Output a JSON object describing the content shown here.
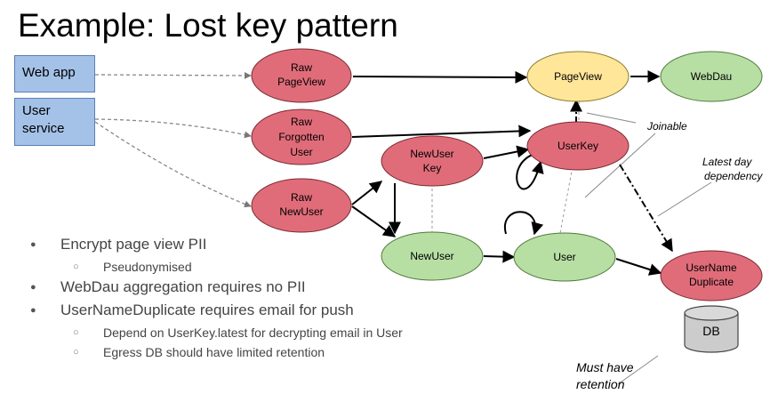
{
  "title": "Example: Lost key pattern",
  "sources": {
    "web_app": "Web app",
    "user_service_1": "User",
    "user_service_2": "service"
  },
  "nodes": {
    "raw_pageview": [
      "Raw",
      "PageView"
    ],
    "raw_forgotten_user": [
      "Raw",
      "Forgotten",
      "User"
    ],
    "raw_newuser": [
      "Raw",
      "NewUser"
    ],
    "newuser_key": [
      "NewUser",
      "Key"
    ],
    "newuser": [
      "NewUser"
    ],
    "pageview": [
      "PageView"
    ],
    "userkey": [
      "UserKey"
    ],
    "user": [
      "User"
    ],
    "webdau": [
      "WebDau"
    ],
    "username_duplicate": [
      "UserName",
      "Duplicate"
    ],
    "db": "DB"
  },
  "annotations": {
    "joinable": "Joinable",
    "latest_day_1": "Latest day",
    "latest_day_2": "dependency",
    "must_have_1": "Must have",
    "must_have_2": "retention"
  },
  "bullets": [
    {
      "text": "Encrypt page view PII",
      "sub": [
        "Pseudonymised"
      ]
    },
    {
      "text": "WebDau aggregation requires no PII",
      "sub": []
    },
    {
      "text": "UserNameDuplicate requires email for push",
      "sub": [
        "Depend on UserKey.latest for decrypting email in User",
        "Egress DB should have limited retention"
      ]
    }
  ],
  "colors": {
    "red_node": "#e06c7a",
    "yellow_node": "#ffe699",
    "green_node": "#b7dfa4",
    "source_box": "#a4c2e8",
    "db": "#cccccc"
  }
}
